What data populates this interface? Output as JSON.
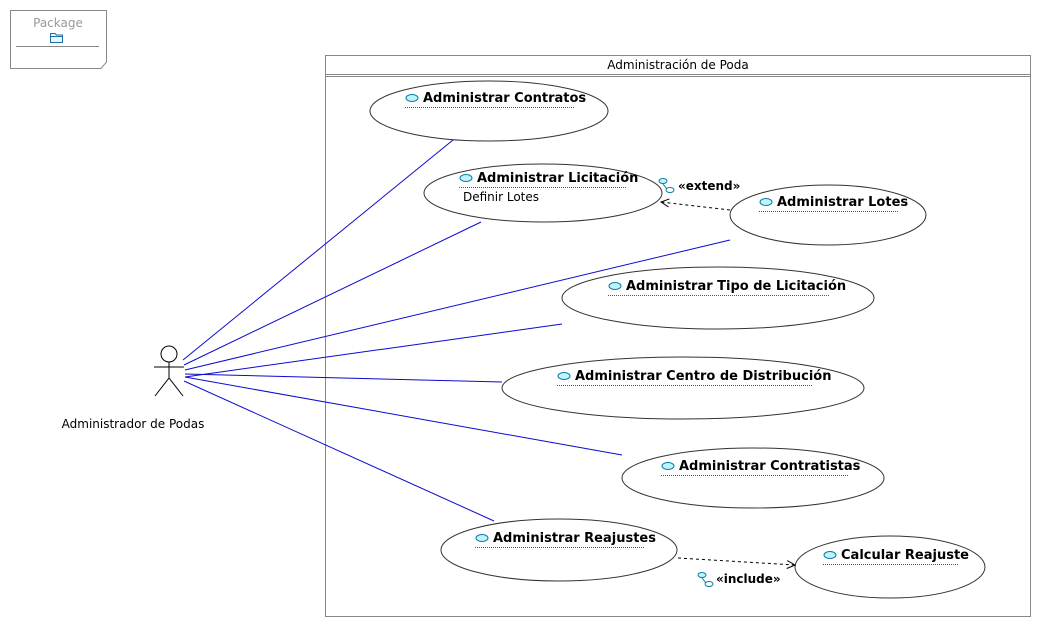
{
  "package_label": "Package",
  "system": {
    "title": "Administración de Poda"
  },
  "actor": {
    "name": "Administrador de Podas"
  },
  "use_cases": [
    {
      "id": "contratos",
      "label": "Administrar Contratos"
    },
    {
      "id": "licitacion",
      "label": "Administrar Licitación",
      "sub": "Definir Lotes"
    },
    {
      "id": "lotes",
      "label": "Administrar Lotes"
    },
    {
      "id": "tipo",
      "label": "Administrar Tipo de Licitación"
    },
    {
      "id": "centro",
      "label": "Administrar Centro de Distribución"
    },
    {
      "id": "contratistas",
      "label": "Administrar Contratistas"
    },
    {
      "id": "reajustes",
      "label": "Administrar Reajustes"
    },
    {
      "id": "calcular",
      "label": "Calcular Reajuste"
    }
  ],
  "relations": {
    "extend": "«extend»",
    "include": "«include»"
  }
}
